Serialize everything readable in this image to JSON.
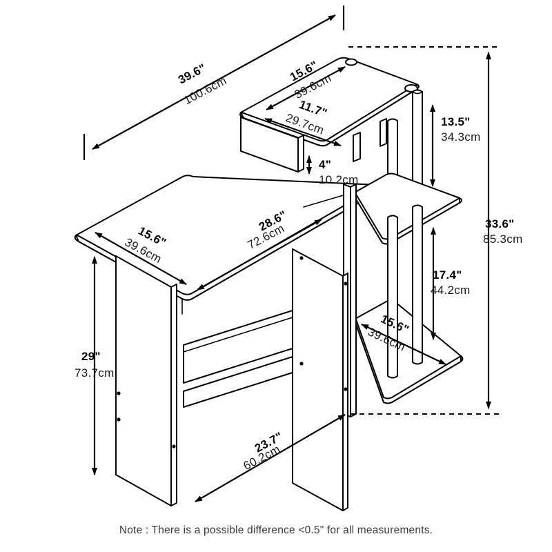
{
  "product": {
    "type": "computer-desk-dimension-diagram",
    "view": "isometric-exploded-dimension"
  },
  "footer": {
    "note": "Note : There is a possible difference <0.5\" for all measurements."
  },
  "dimensions": {
    "overall_width": {
      "inch": "39.6\"",
      "cm": "100.6cm"
    },
    "top_shelf_width": {
      "inch": "15.6\"",
      "cm": "39.6cm"
    },
    "top_shelf_depth": {
      "inch": "11.7\"",
      "cm": "29.7cm"
    },
    "top_shelf_riser_height": {
      "inch": "4\"",
      "cm": "10.2cm"
    },
    "upper_post_height": {
      "inch": "13.5\"",
      "cm": "34.3cm"
    },
    "desktop_depth": {
      "inch": "15.6\"",
      "cm": "39.6cm"
    },
    "desktop_width": {
      "inch": "28.6\"",
      "cm": "72.6cm"
    },
    "lower_shelf_depth": {
      "inch": "15.6\"",
      "cm": "39.6cm"
    },
    "lower_post_height": {
      "inch": "17.4\"",
      "cm": "44.2cm"
    },
    "total_height": {
      "inch": "33.6\"",
      "cm": "85.3cm"
    },
    "desktop_height": {
      "inch": "29\"",
      "cm": "73.7cm"
    },
    "base_width": {
      "inch": "23.7\"",
      "cm": "60.2cm"
    }
  },
  "colors": {
    "stroke": "#000000",
    "fill": "#ffffff",
    "label_inch": "#000000",
    "label_cm": "#1a1a1a",
    "note": "#3a3a3a"
  },
  "icons": {
    "cable_grommet": "grommet-hole-icon",
    "dowel_hole": "dowel-hole-icon",
    "arrow": "arrow-head-icon"
  }
}
